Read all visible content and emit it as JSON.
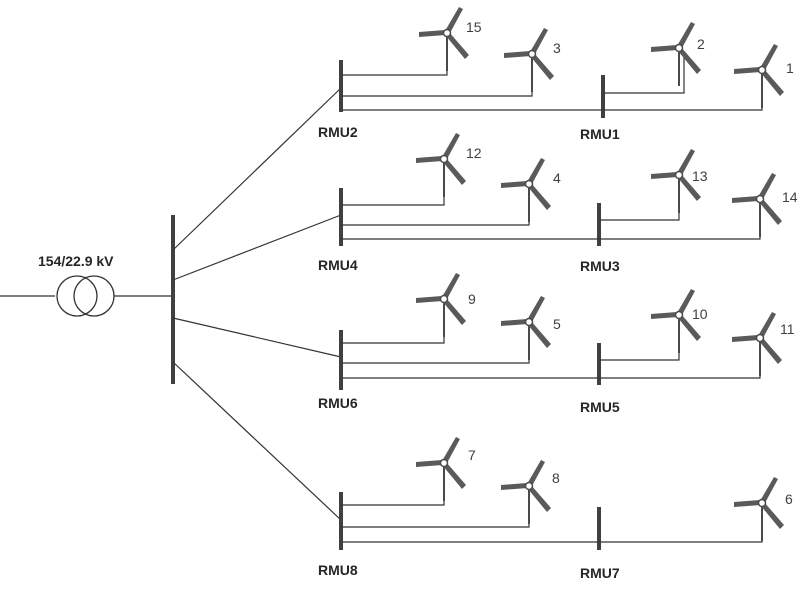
{
  "transformer": {
    "label": "154/22.9  kV"
  },
  "rmu_labels": {
    "rmu1": "RMU1",
    "rmu2": "RMU2",
    "rmu3": "RMU3",
    "rmu4": "RMU4",
    "rmu5": "RMU5",
    "rmu6": "RMU6",
    "rmu7": "RMU7",
    "rmu8": "RMU8"
  },
  "turbines": {
    "t1": "1",
    "t2": "2",
    "t3": "3",
    "t4": "4",
    "t5": "5",
    "t6": "6",
    "t7": "7",
    "t8": "8",
    "t9": "9",
    "t10": "10",
    "t11": "11",
    "t12": "12",
    "t13": "13",
    "t14": "14",
    "t15": "15"
  }
}
